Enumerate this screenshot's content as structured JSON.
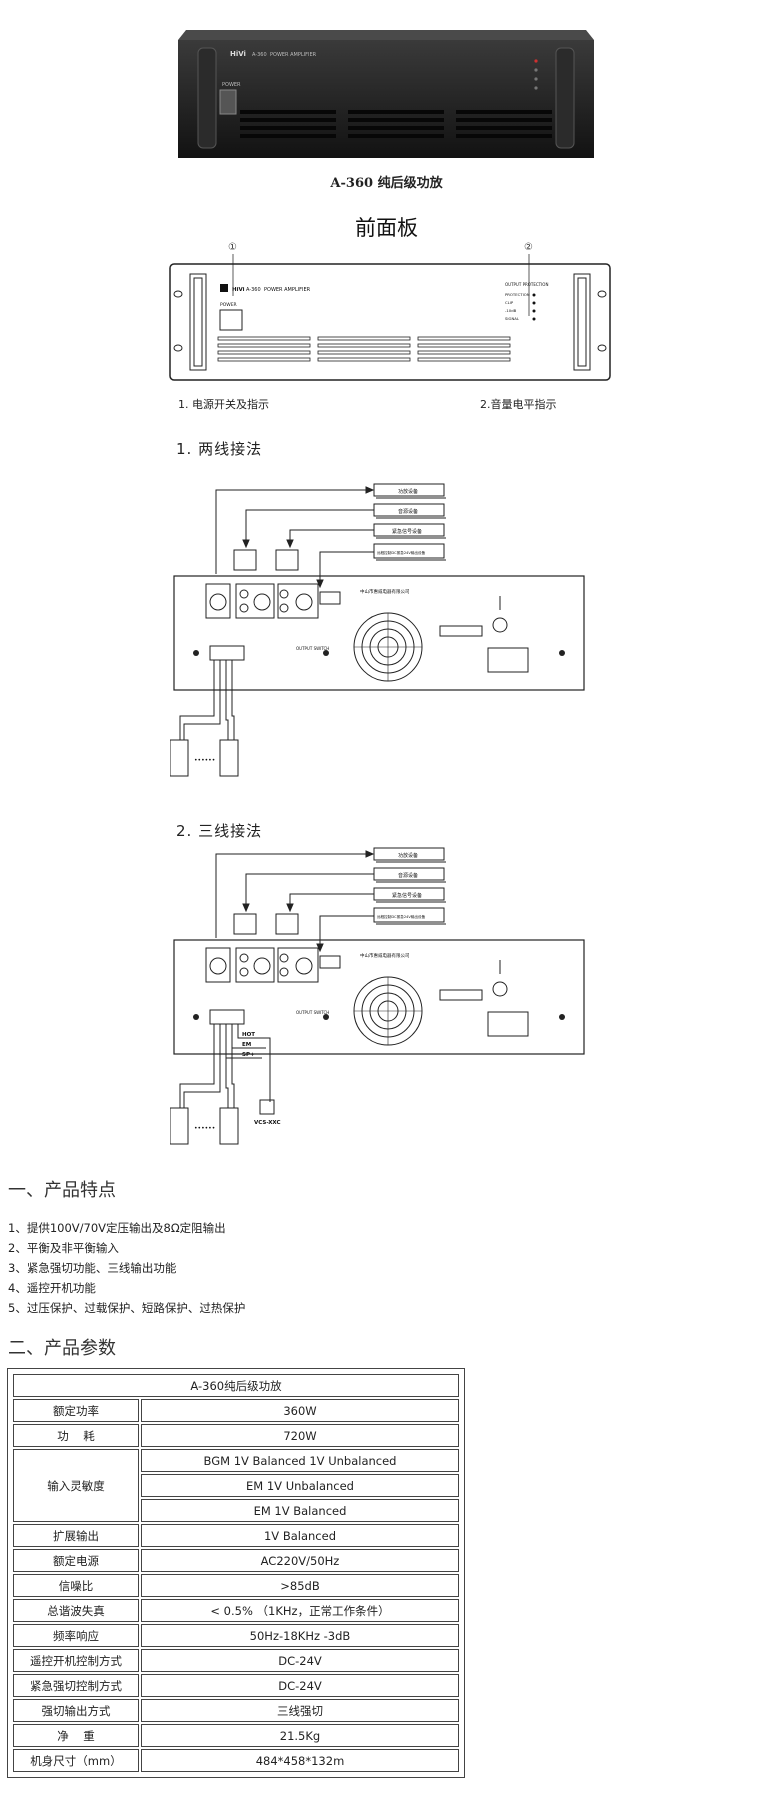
{
  "product_photo": {
    "brand": "HiVi",
    "model": "A-360",
    "panel_text": "POWER AMPLIFIER",
    "power_label": "POWER",
    "caption": "A-360 纯后级功放"
  },
  "front_panel": {
    "title": "前面板",
    "marker_1": "①",
    "marker_2": "②",
    "label_1": "1.  电源开关及指示",
    "label_2": "2.音量电平指示",
    "brand": "HiVi",
    "model": "A-360",
    "panel_text": "POWER AMPLIFIER",
    "power_label": "POWER",
    "output_label": "OUTPUT PROTECTION",
    "leds": [
      "PROTECTION",
      "CLIP",
      "-10dB",
      "SIGNAL"
    ]
  },
  "wiring_two": {
    "title": "1.  两线接法",
    "boxes": [
      "功放设备",
      "音源设备",
      "紧急信号设备",
      "远程控制DC紧急24V输出设备"
    ],
    "company": "中山市惠威电器有限公司",
    "output_switch": "OUTPUT SWITCH",
    "ellipsis": "••••••"
  },
  "wiring_three": {
    "title": "2.  三线接法",
    "boxes": [
      "功放设备",
      "音源设备",
      "紧急信号设备",
      "远程控制DC紧急24V输出设备"
    ],
    "company": "中山市惠威电器有限公司",
    "output_switch": "OUTPUT SWITCH",
    "wire_labels": [
      "HOT",
      "EM",
      "SP+"
    ],
    "vcs": "VCS-XXC",
    "ellipsis": "••••••"
  },
  "features": {
    "heading": "一、产品特点",
    "items": [
      "1、提供100V/70V定压输出及8Ω定阻输出",
      "2、平衡及非平衡输入",
      "3、紧急强切功能、三线输出功能",
      "4、遥控开机功能",
      "5、过压保护、过载保护、短路保护、过热保护"
    ]
  },
  "specs": {
    "heading": "二、产品参数",
    "table_title": "A-360纯后级功放",
    "rows": [
      {
        "key": "额定功率",
        "value": "360W"
      },
      {
        "key": "功    耗",
        "value": "720W"
      },
      {
        "key": "输入灵敏度",
        "values": [
          "BGM 1V Balanced 1V Unbalanced",
          "EM 1V Unbalanced",
          "EM 1V Balanced"
        ]
      },
      {
        "key": "扩展输出",
        "value": "1V Balanced"
      },
      {
        "key": "额定电源",
        "value": "AC220V/50Hz"
      },
      {
        "key": "信噪比",
        "value": ">85dB"
      },
      {
        "key": "总谐波失真",
        "value": "< 0.5% （1KHz，正常工作条件）"
      },
      {
        "key": "频率响应",
        "value": "50Hz-18KHz -3dB"
      },
      {
        "key": "遥控开机控制方式",
        "value": "DC-24V"
      },
      {
        "key": "紧急强切控制方式",
        "value": "DC-24V"
      },
      {
        "key": "强切输出方式",
        "value": "三线强切"
      },
      {
        "key": "净    重",
        "value": "21.5Kg"
      },
      {
        "key": "机身尺寸（mm）",
        "value": "484*458*132m"
      }
    ]
  },
  "colors": {
    "amp_body": "#2a2a2a",
    "amp_face": "#1d1d1d",
    "line": "#333333",
    "led_red": "#d03030"
  }
}
